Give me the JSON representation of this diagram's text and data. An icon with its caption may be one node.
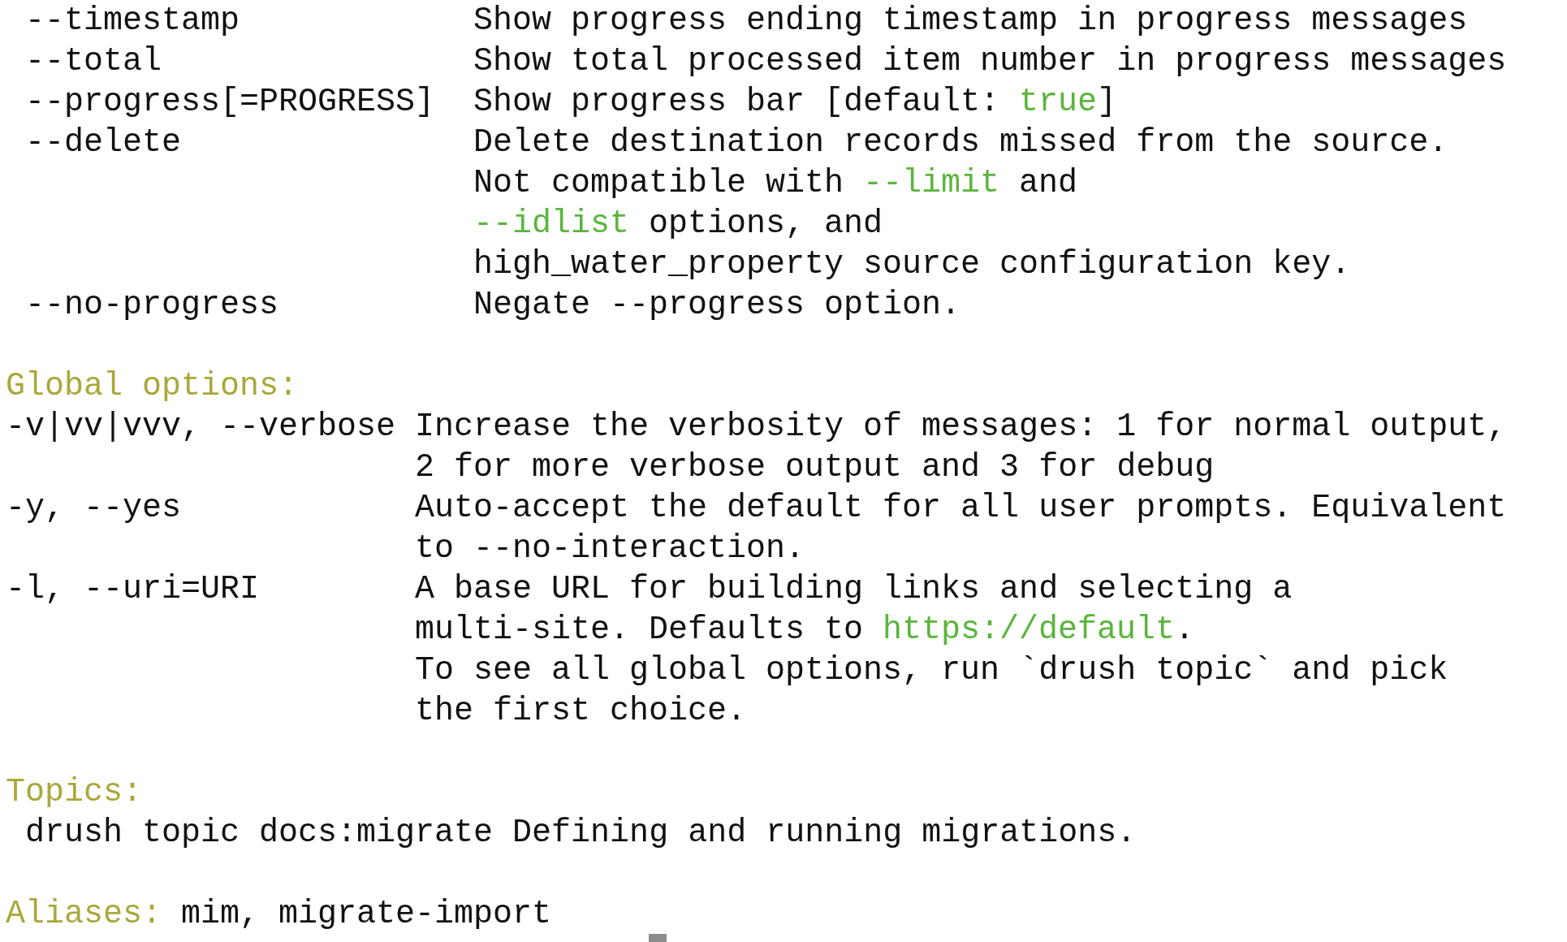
{
  "diagram": {
    "labels": [
      "--timestamp",
      "Show progress ending timestamp in progress messages",
      "--total",
      "Show total processed item number in progress messages",
      "--progress[=PROGRESS]",
      "Show progress bar [default:",
      "true",
      "]",
      "--delete",
      "Delete destination records missed from the source.",
      "Not compatible with",
      "--limit",
      "and",
      "--idlist",
      "options, and",
      "high_water_property source configuration key.",
      "--no-progress",
      "Negate --progress option.",
      "Global options:",
      "-v|vv|vvv, --verbose",
      "Increase the verbosity of messages: 1 for normal output,",
      "2 for more verbose output and 3 for debug",
      "-y, --yes",
      "Auto-accept the default for all user prompts. Equivalent",
      "to --no-interaction.",
      "-l, --uri=URI",
      "A base URL for building links and selecting a",
      "multi-site. Defaults to",
      "https://default",
      ".",
      "To see all global options, run `drush topic` and pick",
      "the first choice.",
      "Topics:",
      "drush topic docs:migrate Defining and running migrations.",
      "Aliases:",
      "mim, migrate-import"
    ]
  }
}
